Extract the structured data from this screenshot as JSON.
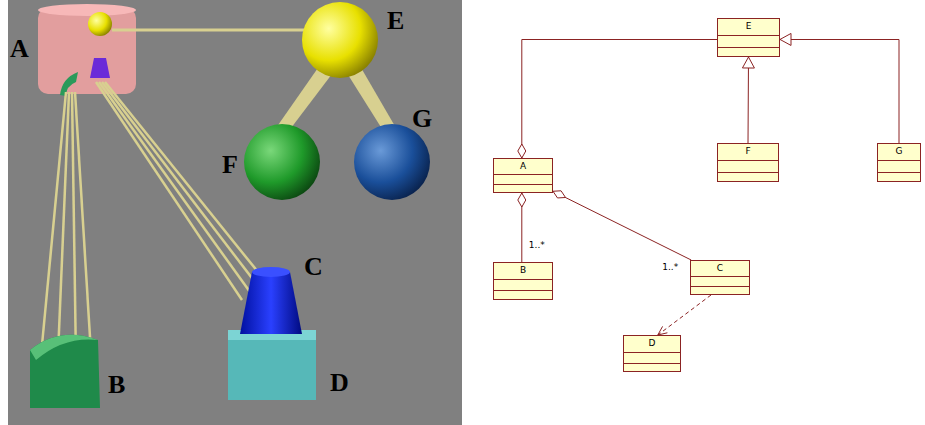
{
  "diagram": {
    "nodes": [
      {
        "text": [
          "E"
        ]
      },
      {
        "text": [
          "A"
        ]
      },
      {
        "text": [
          "F"
        ]
      },
      {
        "text": [
          "G"
        ]
      },
      {
        "text": [
          "B"
        ]
      },
      {
        "text": [
          "C"
        ]
      },
      {
        "text": [
          "D"
        ]
      }
    ],
    "edges": [
      {
        "from": 0,
        "to": 1,
        "arrow": "to"
      },
      {
        "from": 2,
        "to": 0,
        "arrow": "to"
      },
      {
        "from": 3,
        "to": 0,
        "arrow": "to"
      },
      {
        "from": 4,
        "to": 1,
        "arrow": "to",
        "label": "1..*"
      },
      {
        "from": 5,
        "to": 1,
        "arrow": "to",
        "label": "1..*"
      },
      {
        "from": 5,
        "to": 6,
        "arrow": "to"
      }
    ],
    "labels": [
      "A",
      "B",
      "C",
      "D",
      "E",
      "F",
      "G"
    ]
  }
}
